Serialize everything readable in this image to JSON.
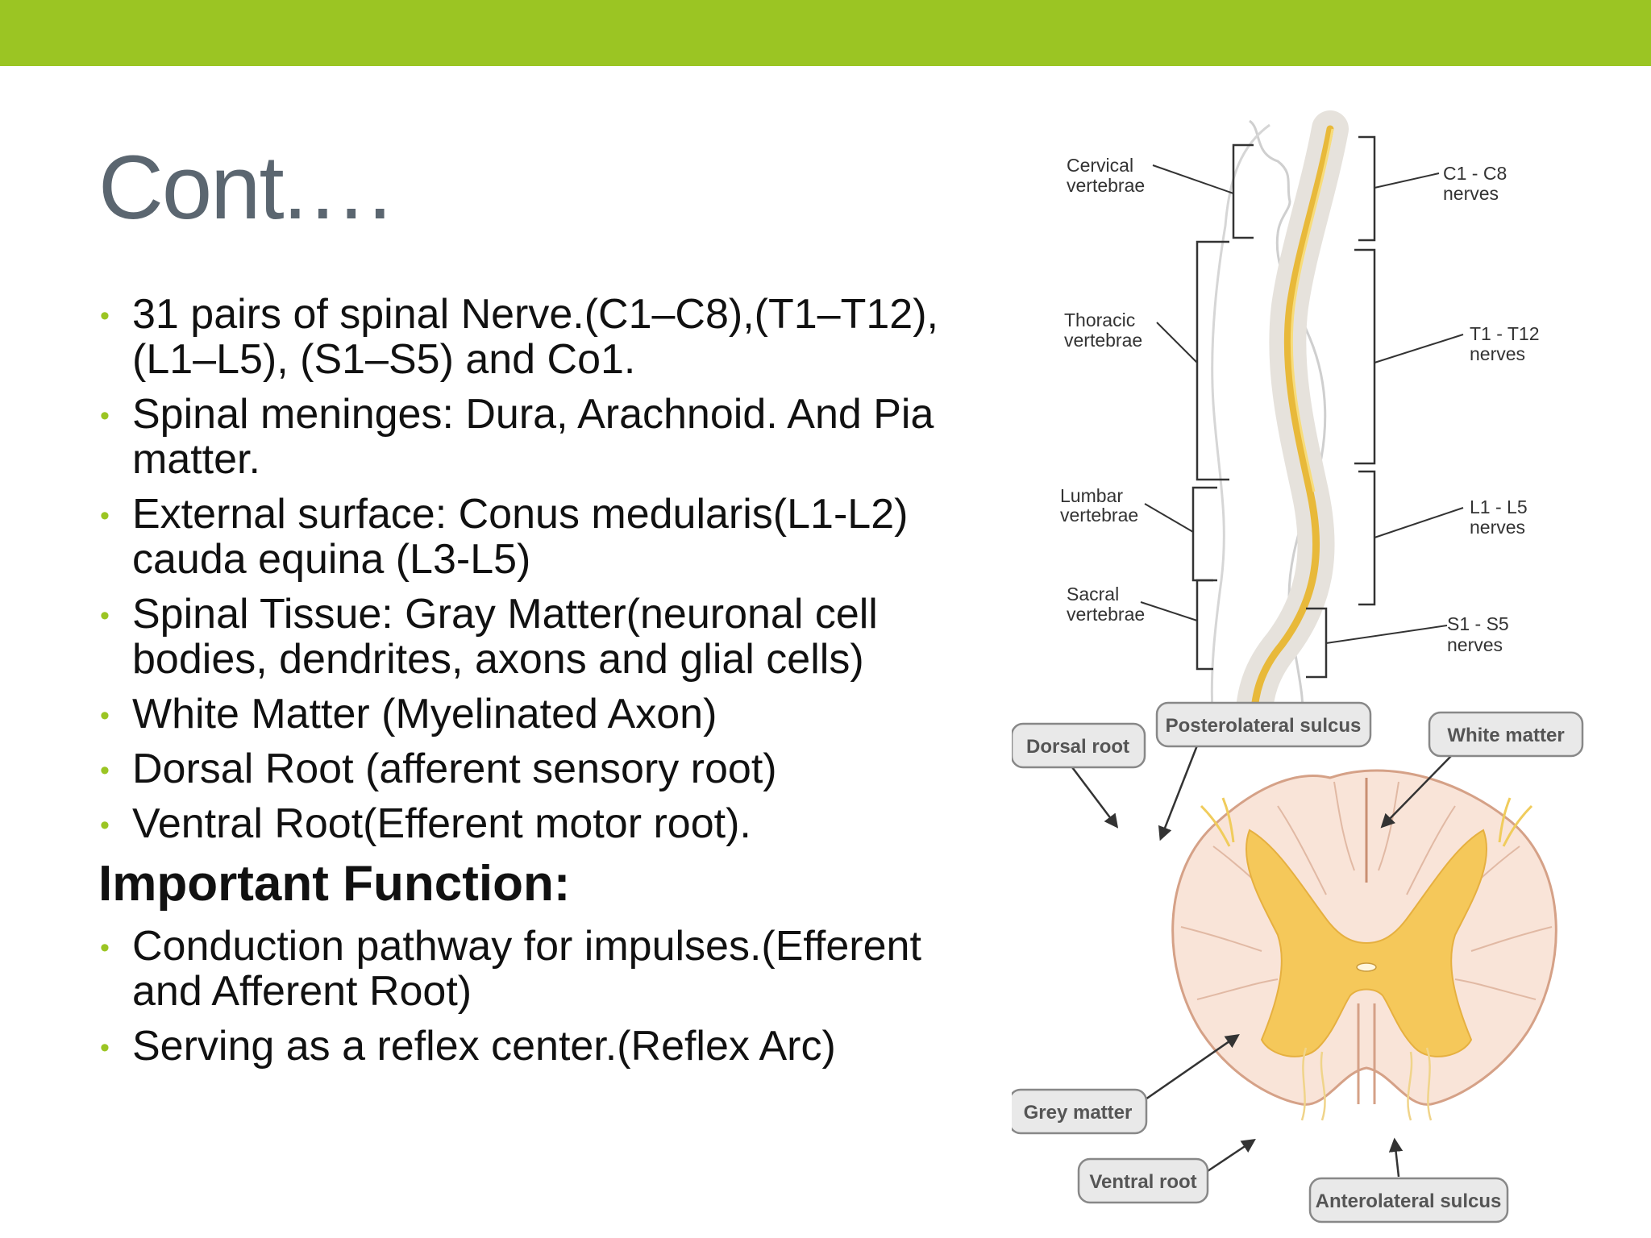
{
  "slide": {
    "title": "Cont.…",
    "bullets": [
      "31 pairs of spinal Nerve.(C1–C8),(T1–T12), (L1–L5), (S1–S5) and Co1.",
      "Spinal meninges: Dura, Arachnoid. And Pia matter.",
      "External surface: Conus medularis(L1-L2) cauda equina (L3-L5)",
      "Spinal Tissue: Gray Matter(neuronal cell bodies, dendrites, axons and glial cells)",
      "White Matter (Myelinated Axon)",
      "Dorsal Root (afferent sensory root)",
      "Ventral Root(Efferent motor root)."
    ],
    "heading": "Important Function:",
    "function_bullets": [
      "Conduction pathway for impulses.(Efferent and Afferent Root)",
      "Serving as a reflex center.(Reflex Arc)"
    ]
  },
  "spine_diagram": {
    "left_labels": [
      {
        "line1": "Cervical",
        "line2": "vertebrae"
      },
      {
        "line1": "Thoracic",
        "line2": "vertebrae"
      },
      {
        "line1": "Lumbar",
        "line2": "vertebrae"
      },
      {
        "line1": "Sacral",
        "line2": "vertebrae"
      }
    ],
    "right_labels": [
      {
        "line1": "C1 - C8",
        "line2": "nerves"
      },
      {
        "line1": "T1 - T12",
        "line2": "nerves"
      },
      {
        "line1": "L1 - L5",
        "line2": "nerves"
      },
      {
        "line1": "S1 - S5",
        "line2": "nerves"
      }
    ]
  },
  "cross_section": {
    "labels": {
      "dorsal_root": "Dorsal root",
      "posterolateral_sulcus": "Posterolateral sulcus",
      "white_matter": "White matter",
      "grey_matter": "Grey matter",
      "ventral_root": "Ventral root",
      "anterolateral_sulcus": "Anterolateral sulcus"
    }
  },
  "colors": {
    "accent": "#9bc523",
    "title": "#5b6670",
    "grey_matter": "#f5c85a",
    "white_matter": "#f9e4d8"
  }
}
